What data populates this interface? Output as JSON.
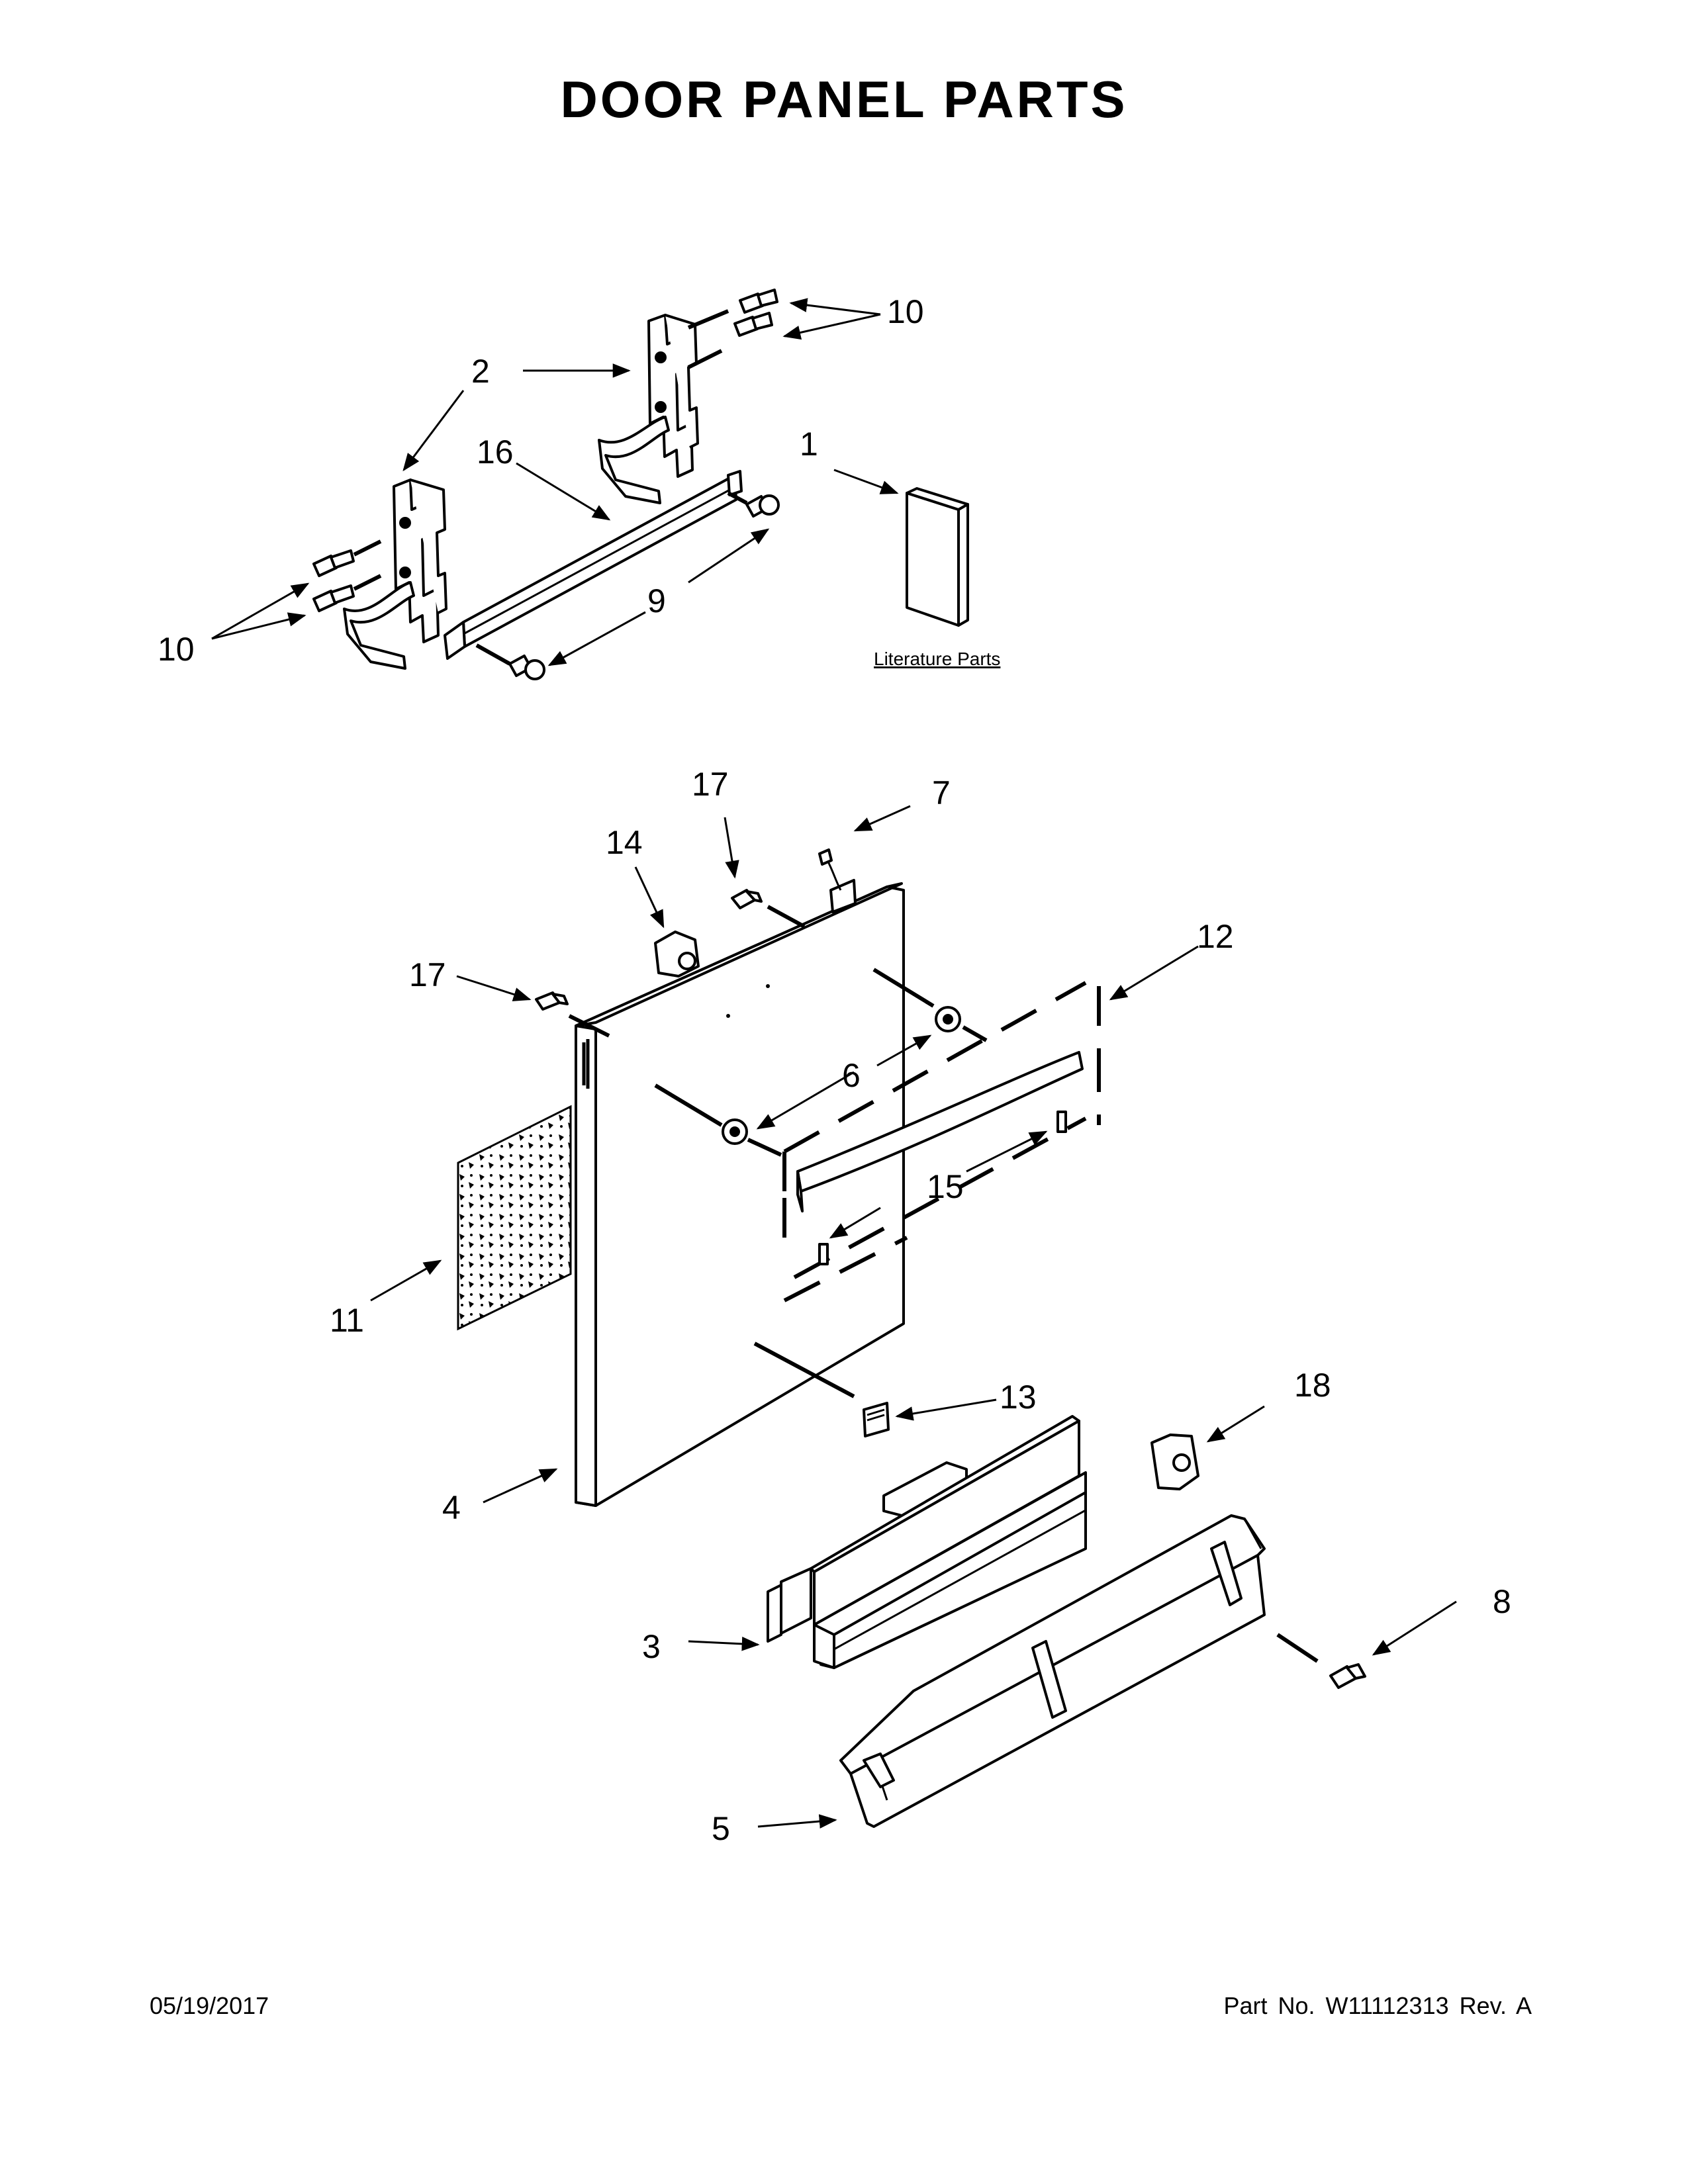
{
  "title": "DOOR PANEL PARTS",
  "literature_label": "Literature Parts",
  "footer": {
    "date": "05/19/2017",
    "part": "Part No.  W11112313  Rev.  A"
  },
  "callouts": {
    "c1": "1",
    "c2": "2",
    "c3": "3",
    "c4": "4",
    "c5": "5",
    "c6": "6",
    "c7": "7",
    "c8": "8",
    "c9": "9",
    "c10a": "10",
    "c10b": "10",
    "c11": "11",
    "c12": "12",
    "c13": "13",
    "c14": "14",
    "c15": "15",
    "c16": "16",
    "c17a": "17",
    "c17b": "17",
    "c18": "18"
  }
}
